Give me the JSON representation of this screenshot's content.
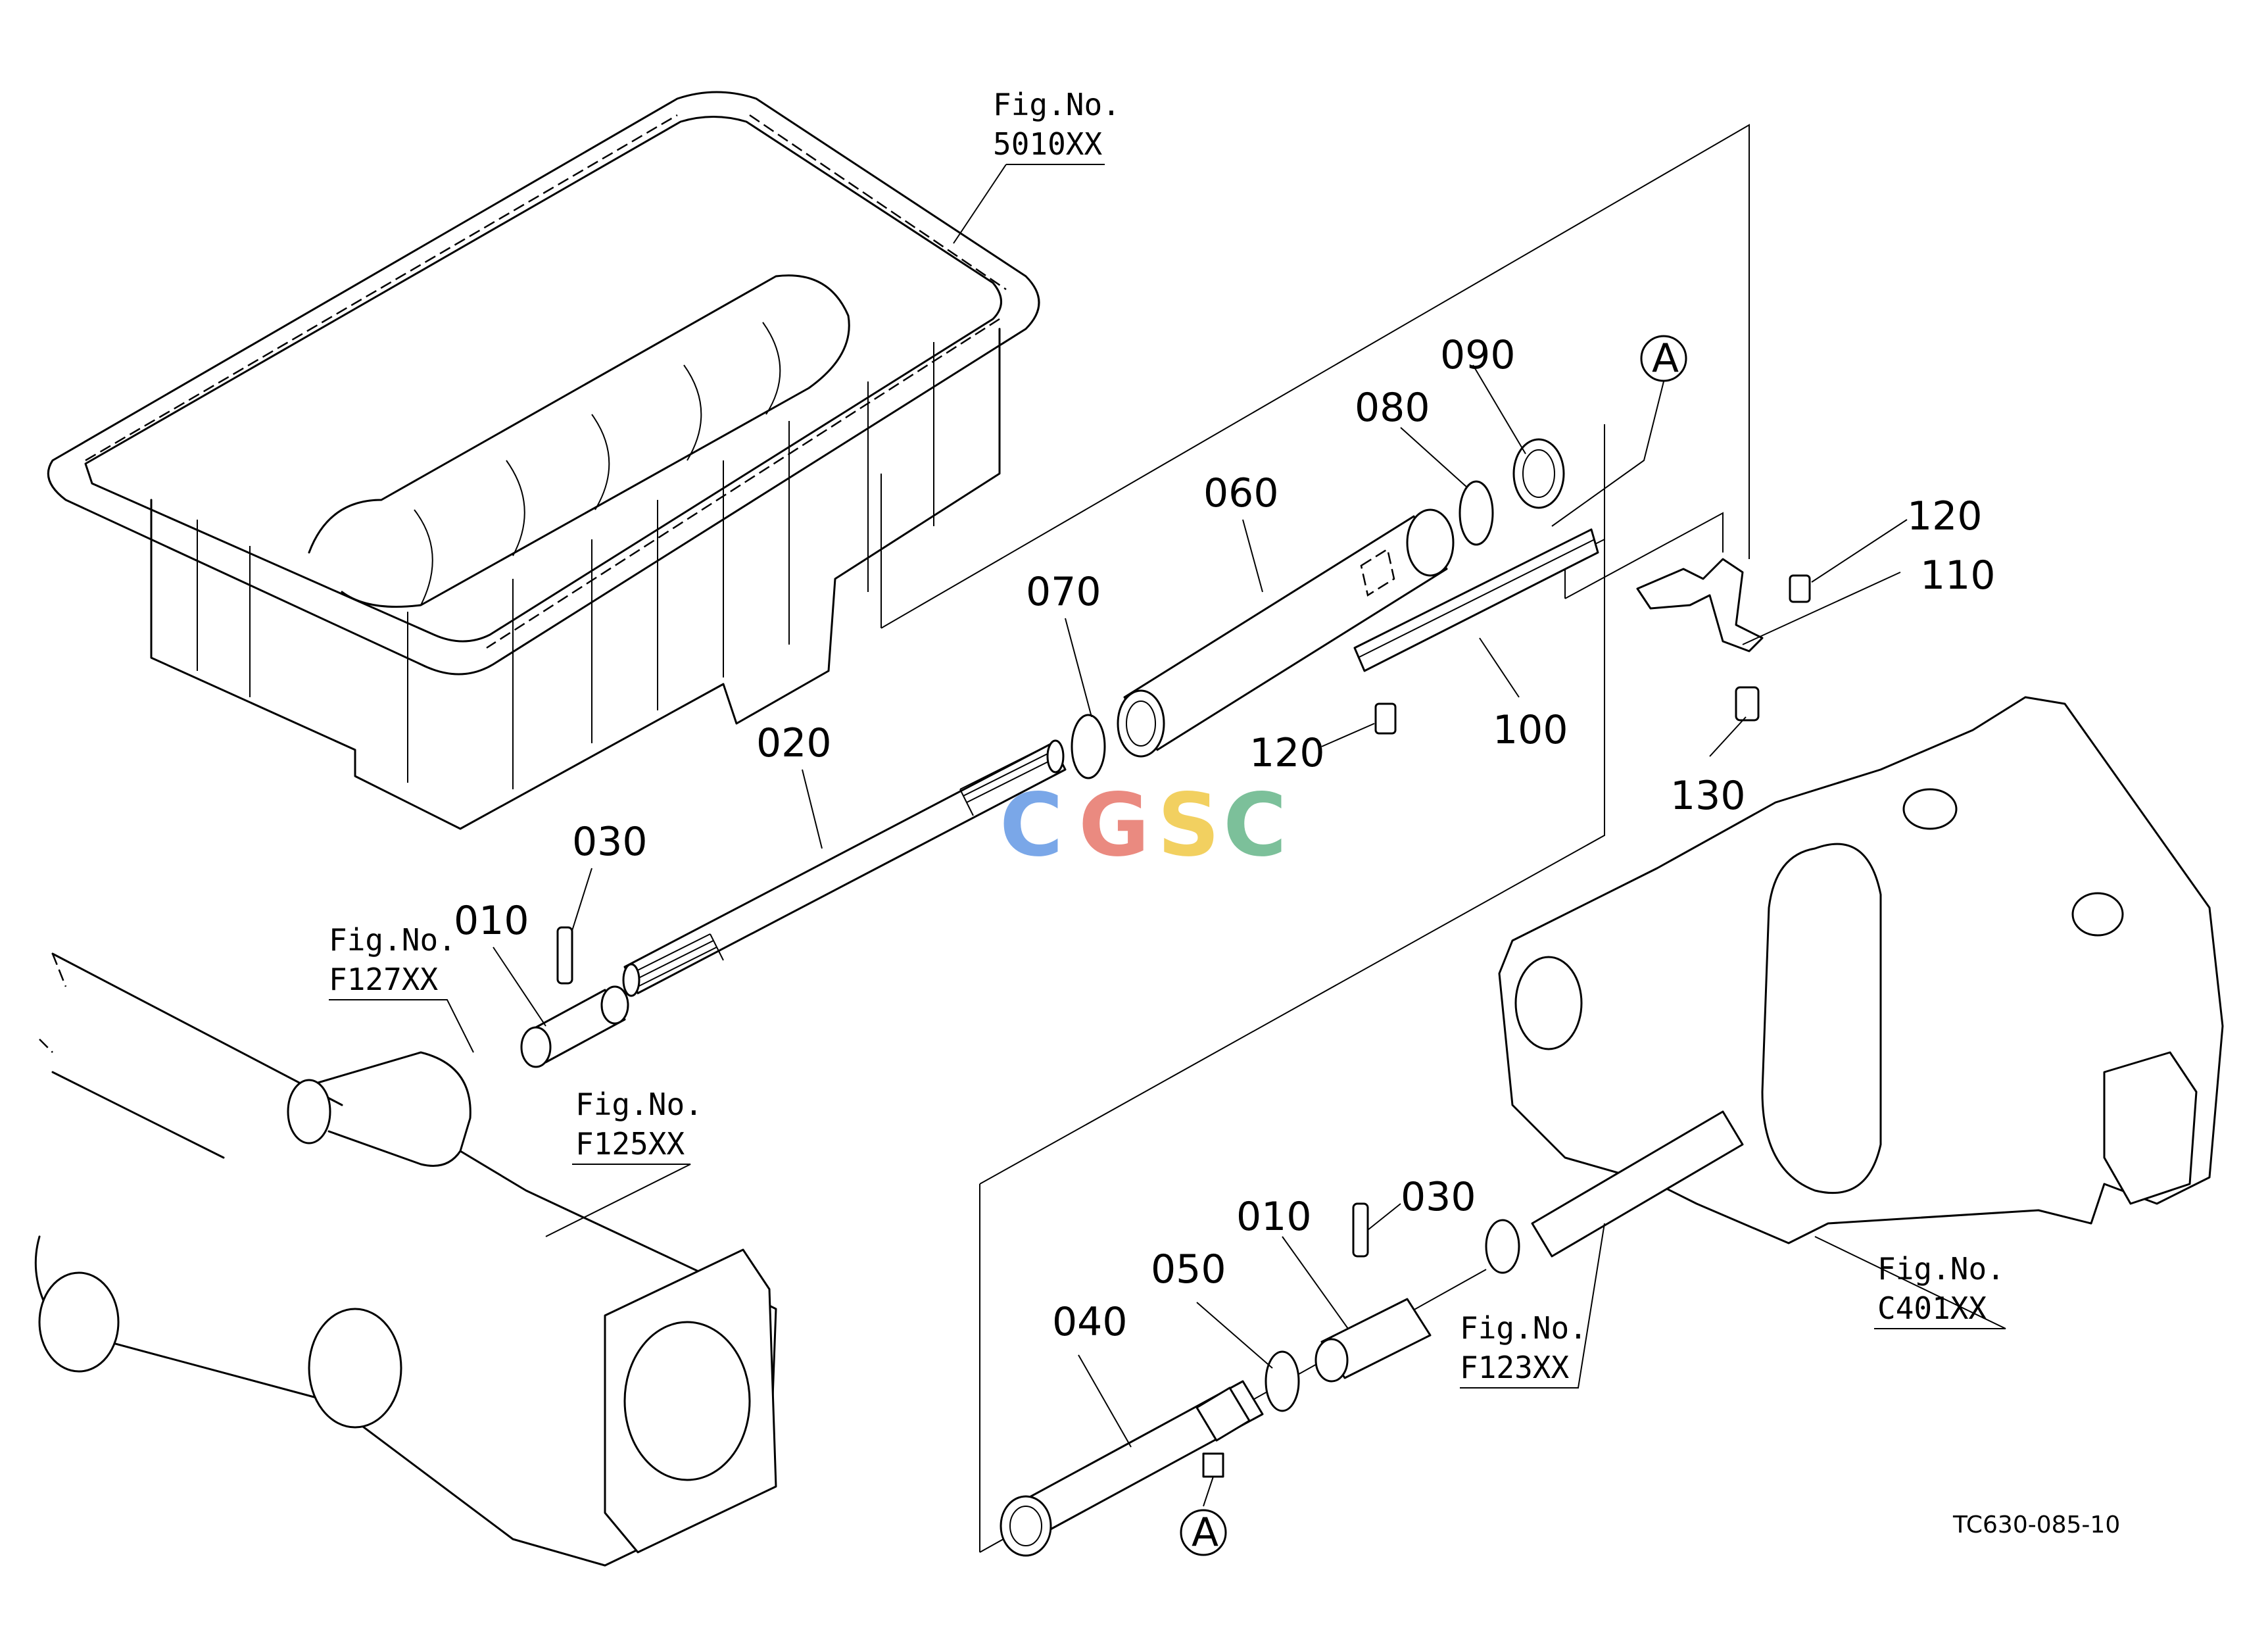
{
  "diagram_code": "TC630-085-10",
  "watermark": {
    "letters": [
      "C",
      "G",
      "S",
      "C"
    ],
    "colors": [
      "#7aa7e8",
      "#ea8a80",
      "#f2d060",
      "#7cc09a"
    ]
  },
  "part_labels": {
    "p010_left": "010",
    "p010_right": "010",
    "p020": "020",
    "p030_left": "030",
    "p030_right": "030",
    "p040": "040",
    "p050": "050",
    "p060": "060",
    "p070": "070",
    "p080": "080",
    "p090": "090",
    "p100": "100",
    "p110": "110",
    "p120_top": "120",
    "p120_mid": "120",
    "p130": "130"
  },
  "ref_markers": {
    "top": "A",
    "bottom": "A"
  },
  "fig_refs": {
    "f5010": {
      "line1": "Fig.No.",
      "line2": "5010XX"
    },
    "f127": {
      "line1": "Fig.No.",
      "line2": "F127XX"
    },
    "f125": {
      "line1": "Fig.No.",
      "line2": "F125XX"
    },
    "f123": {
      "line1": "Fig.No.",
      "line2": "F123XX"
    },
    "fc401": {
      "line1": "Fig.No.",
      "line2": "C401XX"
    }
  }
}
